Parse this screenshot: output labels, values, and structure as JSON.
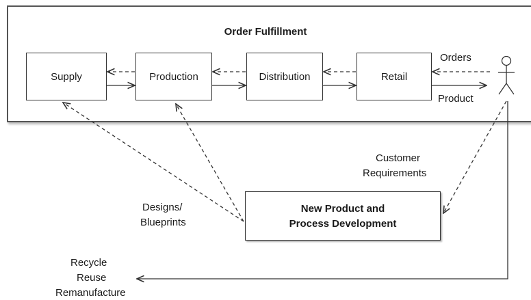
{
  "title": "Order Fulfillment",
  "boxes": {
    "supply": "Supply",
    "production": "Production",
    "distribution": "Distribution",
    "retail": "Retail",
    "npd_line1": "New Product and",
    "npd_line2": "Process Development"
  },
  "labels": {
    "orders": "Orders",
    "product": "Product",
    "customer_req_line1": "Customer",
    "customer_req_line2": "Requirements",
    "designs_line1": "Designs/",
    "designs_line2": "Blueprints",
    "recycle_line1": "Recycle",
    "recycle_line2": "Reuse",
    "recycle_line3": "Remanufacture"
  }
}
